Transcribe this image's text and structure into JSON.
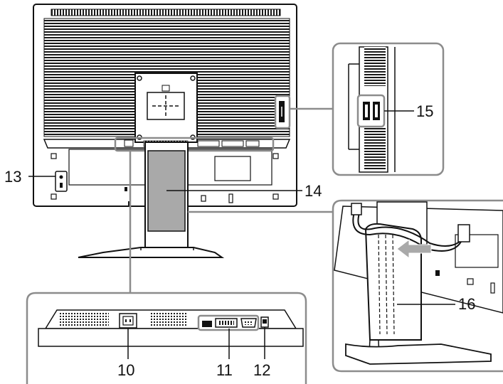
{
  "callouts": {
    "n10": "10",
    "n11": "11",
    "n12": "12",
    "n13": "13",
    "n14": "14",
    "n15": "15",
    "n16": "16"
  },
  "colors": {
    "line": "#111111",
    "stand_fill": "#a9a9a9",
    "callout_frame": "#8c8c8c",
    "vent": "#1a1a1a",
    "background": "#ffffff"
  }
}
